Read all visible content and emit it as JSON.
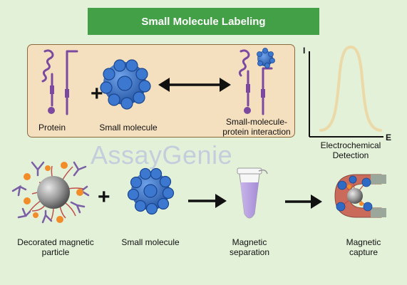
{
  "title": "Small Molecule Labeling",
  "watermark": "AssayGenie",
  "top_panel": {
    "protein_label": "Protein",
    "small_molecule_label": "Small molecule",
    "interaction_label_line1": "Small-molecule-",
    "interaction_label_line2": "protein interaction",
    "plus": "+"
  },
  "graph": {
    "y_axis": "I",
    "x_axis": "E",
    "label_line1": "Electrochemical",
    "label_line2": "Detection"
  },
  "bottom_row": {
    "particle_line1": "Decorated magnetic",
    "particle_line2": "particle",
    "plus": "+",
    "small_molecule_label": "Small molecule",
    "separation_line1": "Magnetic",
    "separation_line2": "separation",
    "capture_line1": "Magnetic",
    "capture_line2": "capture"
  },
  "colors": {
    "background": "#e3f1d9",
    "title_bar": "#43a047",
    "panel": "#f4dfbe",
    "protein": "#7b4aa0",
    "molecule": "#2f6bc4",
    "peak_curve": "#ecd9a8",
    "antibody": "#7b5fa6",
    "particle": "#8a8a8a",
    "orange_dot": "#f28c28"
  }
}
